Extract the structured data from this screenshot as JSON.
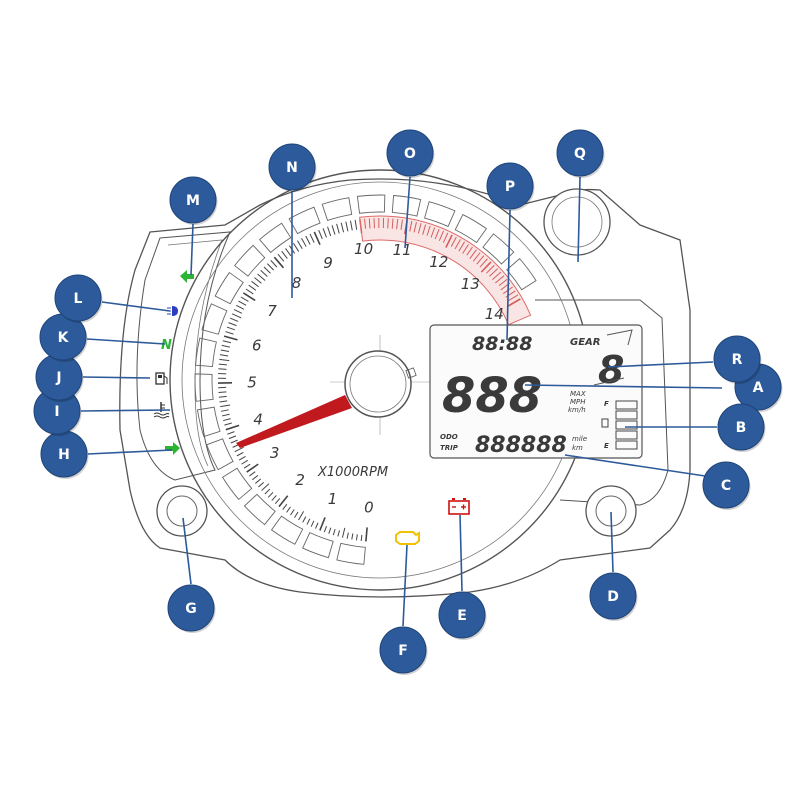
{
  "rpm_scale": {
    "unit_label": "X1000RPM",
    "numbers": [
      "0",
      "1",
      "2",
      "3",
      "4",
      "5",
      "6",
      "7",
      "8",
      "9",
      "10",
      "11",
      "12",
      "13",
      "14"
    ]
  },
  "lcd": {
    "clock": "88:88",
    "gear_label": "GEAR",
    "gear_digit": "8",
    "speed_digits": "888",
    "speed_units": [
      "MAX",
      "MPH",
      "km/h"
    ],
    "odo_label": "ODO",
    "trip_label": "TRIP",
    "odometer_digits": "888888",
    "odo_units": [
      "mile",
      "km"
    ],
    "fuel_full": "F",
    "fuel_empty": "E"
  },
  "callouts": [
    "A",
    "B",
    "C",
    "D",
    "E",
    "F",
    "G",
    "H",
    "I",
    "J",
    "K",
    "L",
    "M",
    "N",
    "O",
    "P",
    "Q",
    "R"
  ],
  "colors": {
    "callout_fill": "#2d5a9a",
    "needle": "#c0191e",
    "redline": "#e06a6a",
    "turn_signal": "#2bb533",
    "neutral": "#2bb533",
    "high_beam": "#2a3fbf",
    "oil_warning": "#f2c200",
    "battery_warning": "#d01010",
    "outline": "#555555"
  },
  "indicators": [
    "turn-left-icon",
    "high-beam-icon",
    "neutral-icon",
    "fuel-pump-icon",
    "coolant-temp-icon",
    "turn-right-icon",
    "oil-warning-icon",
    "battery-warning-icon"
  ]
}
